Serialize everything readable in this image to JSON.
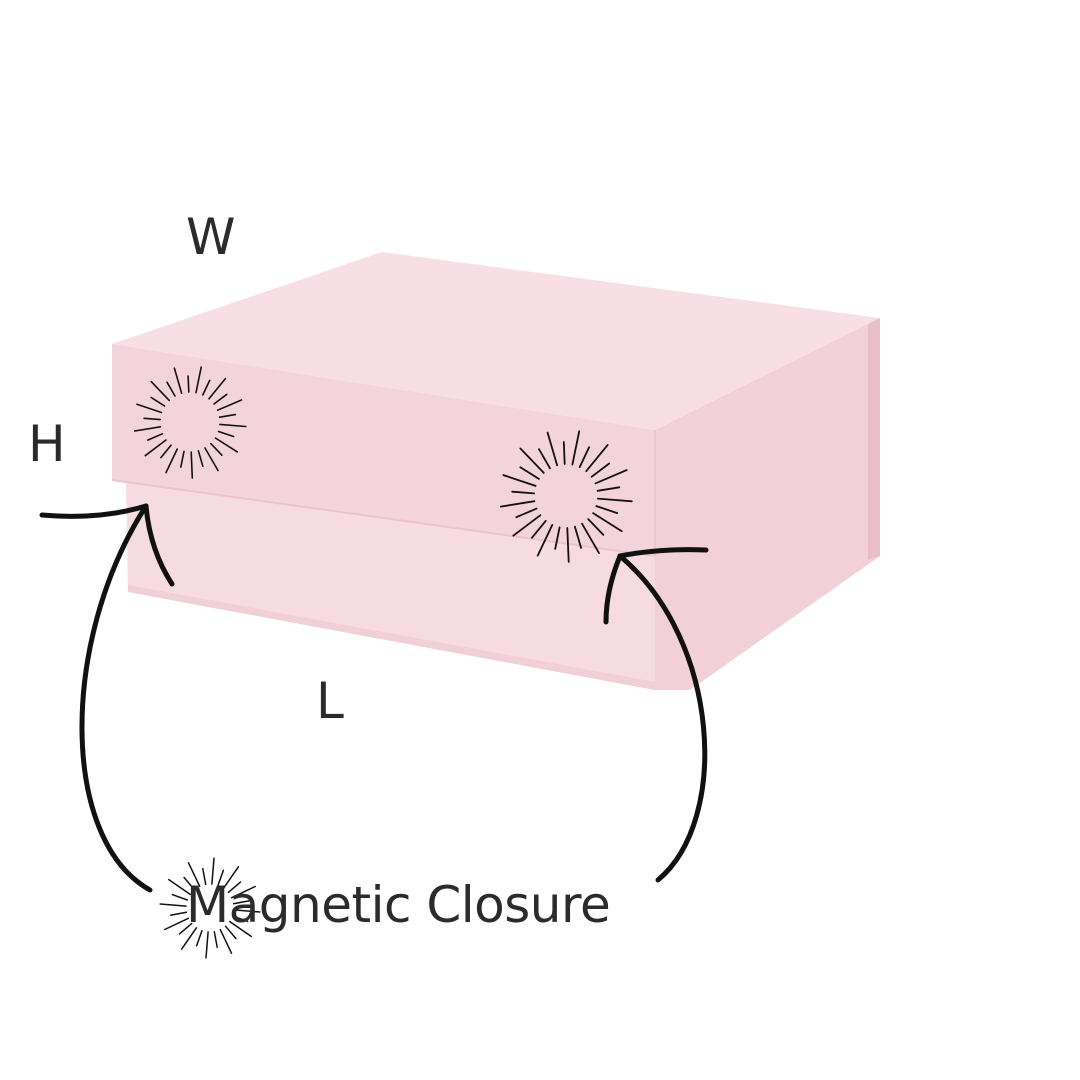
{
  "labels": {
    "width": "W",
    "height": "H",
    "length": "L"
  },
  "caption": "Magnetic Closure",
  "colors": {
    "box_lid_top": "#f6dde3",
    "box_lid_front": "#f3d2da",
    "box_base_front": "#f7dbe2",
    "box_side": "#efc9d1",
    "ink": "#111111",
    "text": "#2b2b2b",
    "background": "#ffffff"
  },
  "icons": [
    "sunburst-icon",
    "arrow-icon"
  ]
}
